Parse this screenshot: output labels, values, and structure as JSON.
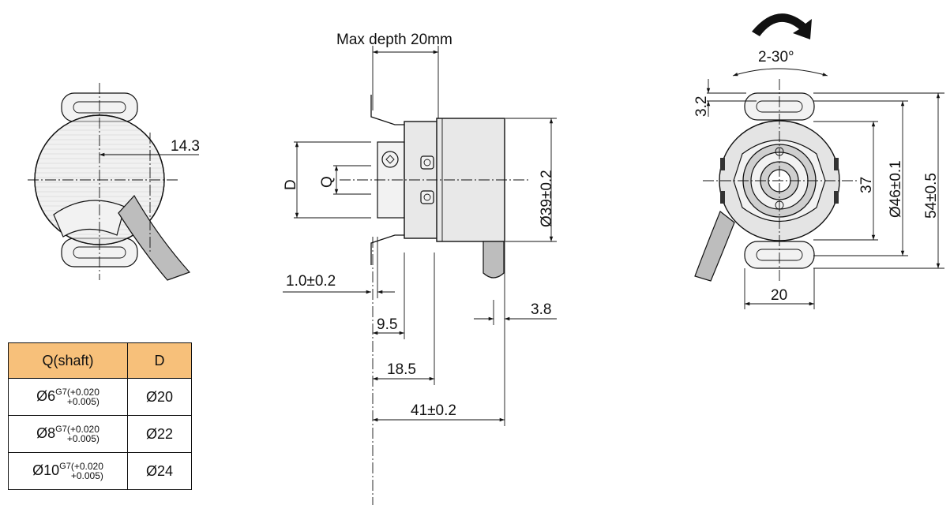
{
  "dimensions": {
    "max_depth": "Max depth 20mm",
    "offset_14_3": "14.3",
    "label_D": "D",
    "label_Q": "Q",
    "dia_39": "Ø39±0.2",
    "flange_1_0": "1.0±0.2",
    "len_9_5": "9.5",
    "len_18_5": "18.5",
    "len_41": "41±0.2",
    "len_3_8": "3.8",
    "rotation": "2-30°",
    "h_3_2": "3.2",
    "h_37": "37",
    "dia_46": "Ø46±0.1",
    "h_54": "54±0.5",
    "w_20": "20"
  },
  "table": {
    "headers": [
      "Q(shaft)",
      "D"
    ],
    "tolerance": {
      "grade": "G7",
      "upper": "(+0.020",
      "lower": "+0.005)"
    },
    "rows": [
      {
        "q": "Ø6",
        "d": "Ø20"
      },
      {
        "q": "Ø8",
        "d": "Ø22"
      },
      {
        "q": "Ø10",
        "d": "Ø24"
      }
    ]
  },
  "colors": {
    "header_fill": "#f7c07a",
    "line": "#111111",
    "body_fill": "#e8e8e8"
  }
}
